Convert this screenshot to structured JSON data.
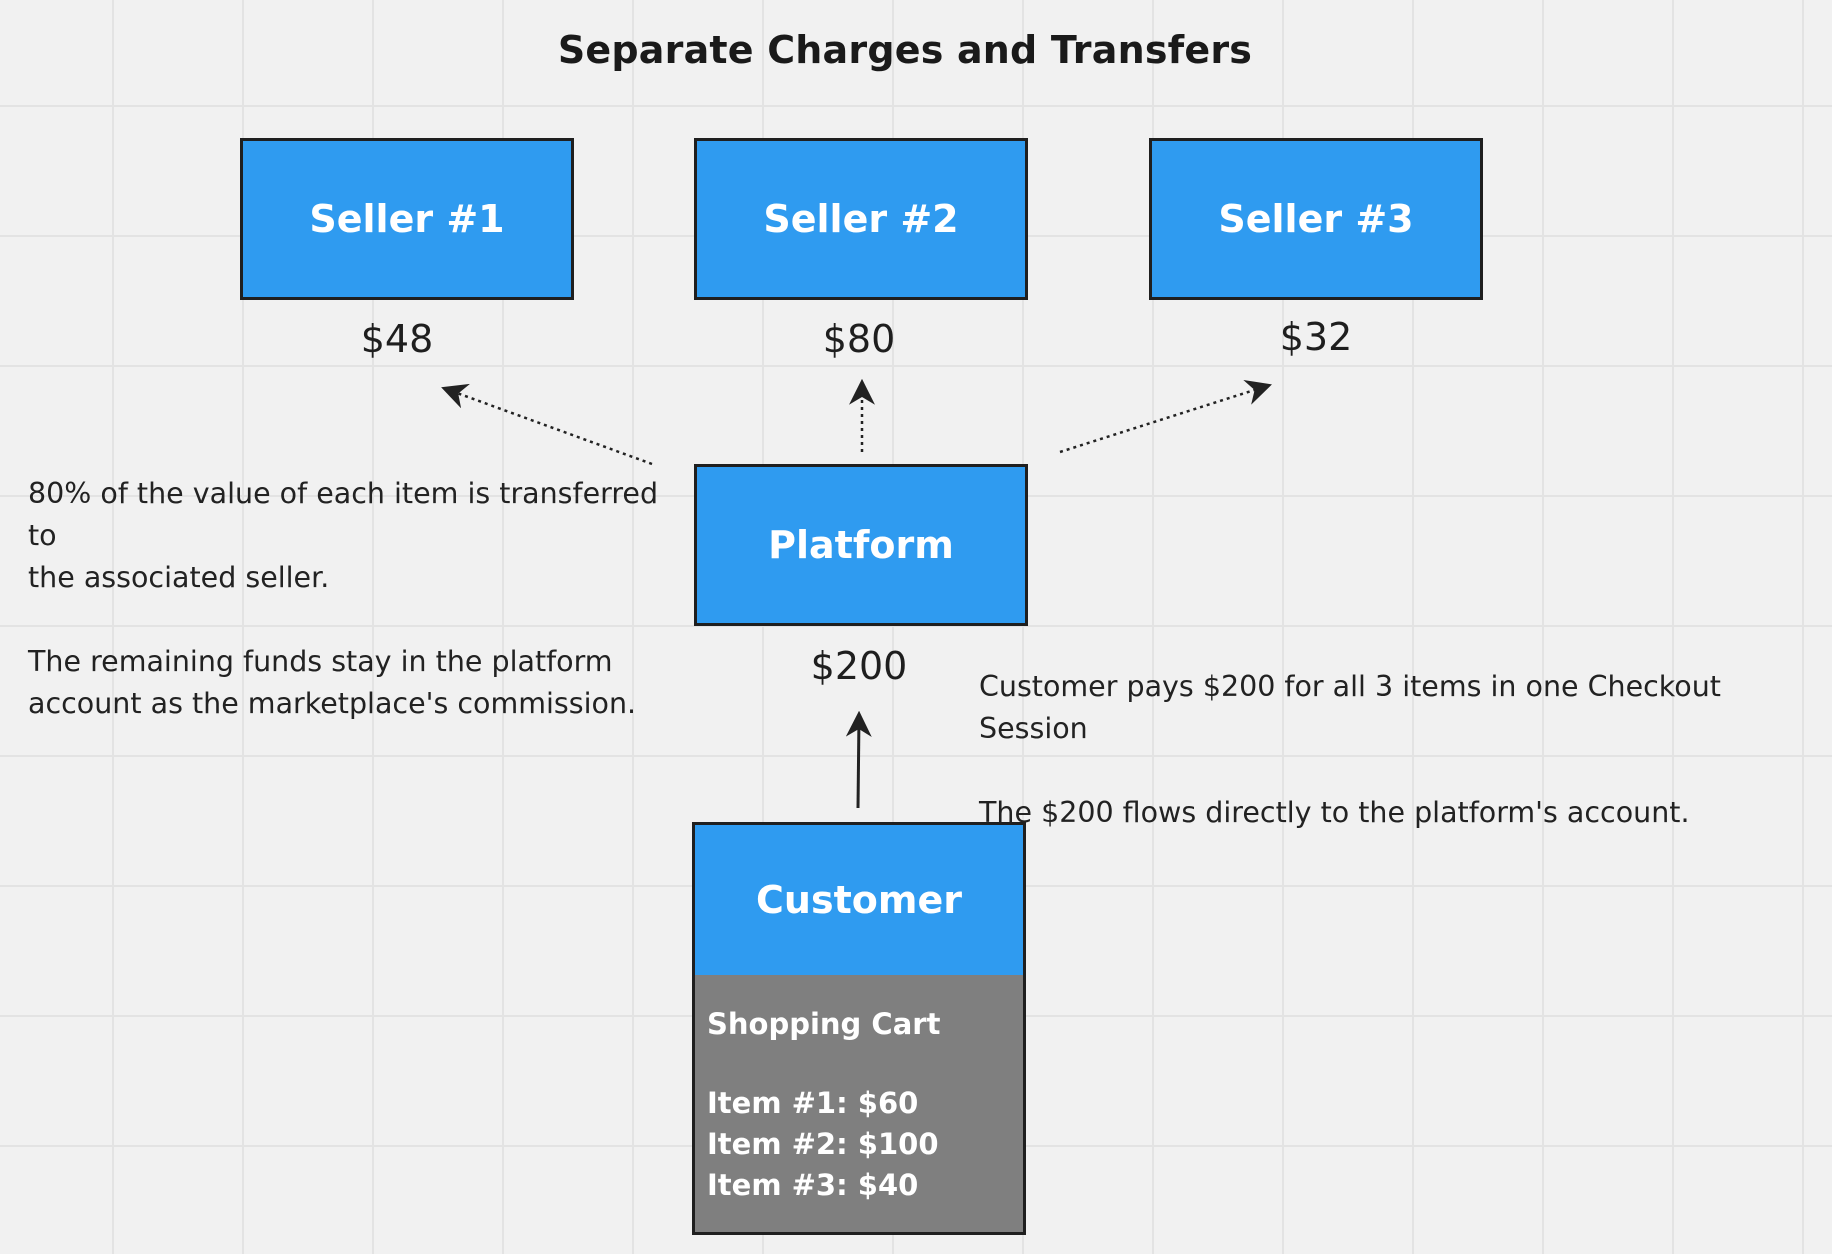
{
  "title": "Separate Charges and Transfers",
  "nodes": {
    "seller1": "Seller #1",
    "seller2": "Seller #2",
    "seller3": "Seller #3",
    "platform": "Platform",
    "customer": "Customer"
  },
  "amounts": {
    "seller1": "$48",
    "seller2": "$80",
    "seller3": "$32",
    "platform": "$200"
  },
  "notes": {
    "transfer": "80% of the value of each item is transferred to\nthe associated seller.\n\nThe remaining funds stay in the platform\naccount as the marketplace's commission.",
    "payment": "Customer pays $200 for all 3 items in one Checkout Session\n\nThe $200 flows directly to the platform's account."
  },
  "cart": {
    "title": "Shopping Cart",
    "items": [
      "Item #1: $60",
      "Item #2: $100",
      "Item #3: $40"
    ]
  },
  "colors": {
    "node_fill": "#2f9bf0",
    "cart_fill": "#7f7f7f",
    "border": "#1f1f1f"
  }
}
